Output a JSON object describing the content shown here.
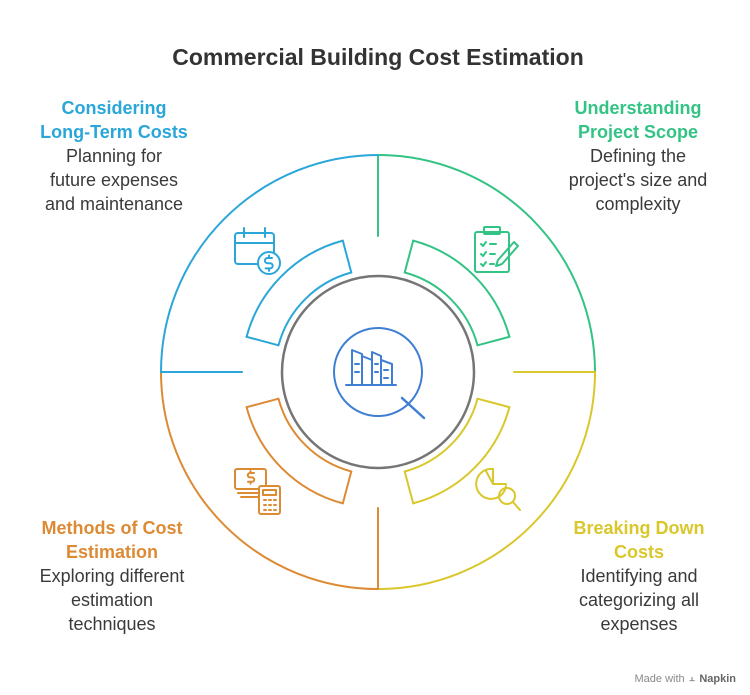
{
  "title": "Commercial Building Cost Estimation",
  "colors": {
    "blue": "#2aa7d8",
    "green": "#33c384",
    "yellow": "#d9c72b",
    "orange": "#dd8a34",
    "center_ring": "#757575",
    "center_icon": "#3f7fd3"
  },
  "sections": {
    "long_term": {
      "heading": [
        "Considering",
        "Long-Term Costs"
      ],
      "description": [
        "Planning for",
        "future expenses",
        "and maintenance"
      ],
      "icon": "calendar-dollar-icon"
    },
    "scope": {
      "heading": [
        "Understanding",
        "Project Scope"
      ],
      "description": [
        "Defining the",
        "project's size and",
        "complexity"
      ],
      "icon": "clipboard-checklist-icon"
    },
    "breakdown": {
      "heading": [
        "Breaking Down",
        "Costs"
      ],
      "description": [
        "Identifying and",
        "categorizing all",
        "expenses"
      ],
      "icon": "pie-chart-magnifier-icon"
    },
    "methods": {
      "heading": [
        "Methods of Cost",
        "Estimation"
      ],
      "description": [
        "Exploring different",
        "estimation",
        "techniques"
      ],
      "icon": "money-calculator-icon"
    }
  },
  "center_icon": "building-search-icon",
  "watermark": {
    "prefix": "Made with",
    "brand": "Napkin"
  }
}
